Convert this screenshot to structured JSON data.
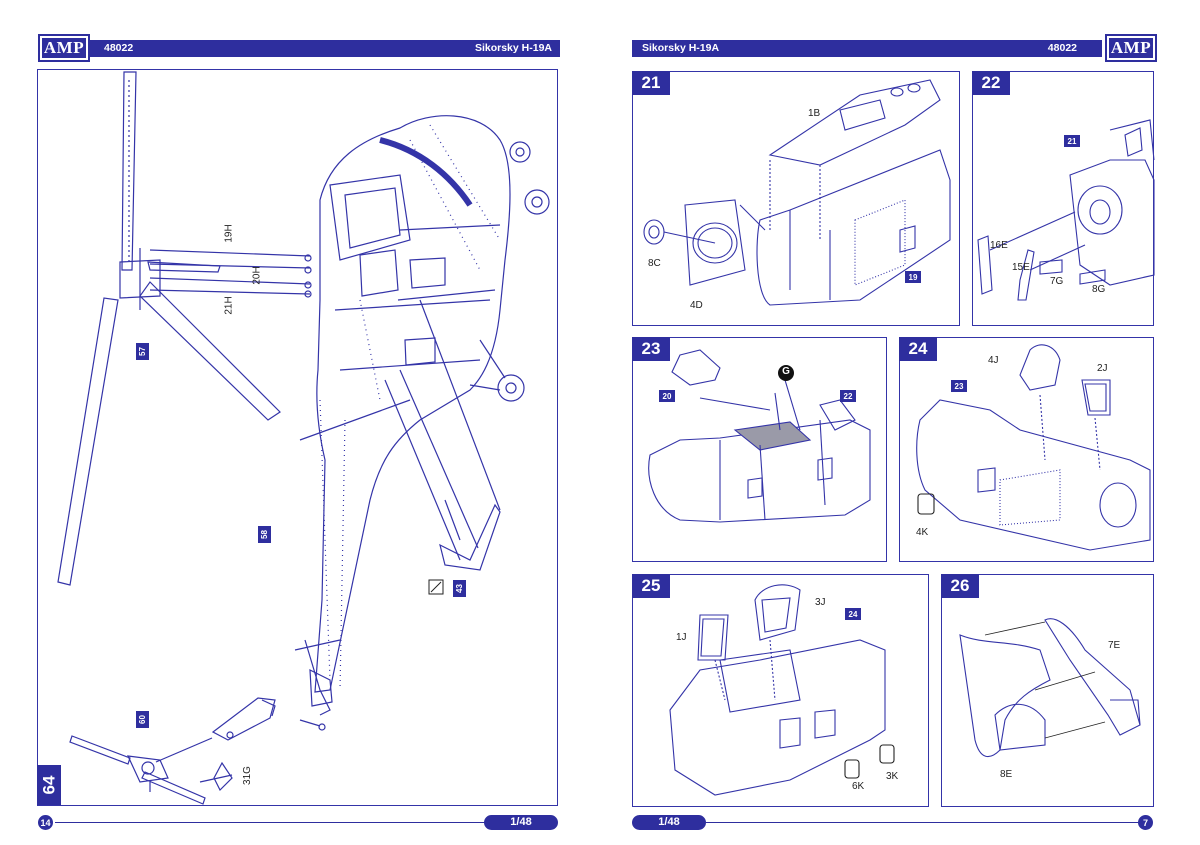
{
  "left_page": {
    "logo": "AMP",
    "kit_number": "48022",
    "title": "Sikorsky H-19A",
    "step_tab": "64",
    "page_number": "14",
    "scale": "1/48",
    "refs": [
      "57",
      "58",
      "60",
      "43"
    ],
    "labels": {
      "p19h": "19H",
      "p20h": "20H",
      "p21h": "21H",
      "p31g": "31G"
    }
  },
  "right_page": {
    "logo": "AMP",
    "kit_number": "48022",
    "title": "Sikorsky H-19A",
    "page_number": "7",
    "scale": "1/48",
    "steps": [
      {
        "number": "21",
        "refs": [
          "19"
        ],
        "labels": [
          "1B",
          "8C",
          "4D"
        ]
      },
      {
        "number": "22",
        "refs": [
          "21"
        ],
        "labels": [
          "16E",
          "15E",
          "7G",
          "8G"
        ]
      },
      {
        "number": "23",
        "refs": [
          "20",
          "22"
        ],
        "labels": [],
        "paint_code": "G"
      },
      {
        "number": "24",
        "refs": [
          "23"
        ],
        "labels": [
          "4J",
          "2J",
          "4K"
        ]
      },
      {
        "number": "25",
        "refs": [
          "24"
        ],
        "labels": [
          "3J",
          "1J",
          "6K",
          "3K"
        ]
      },
      {
        "number": "26",
        "refs": [],
        "labels": [
          "7E",
          "8E"
        ]
      }
    ]
  },
  "colors": {
    "brand_blue": "#2e2e9e",
    "line_blue": "#3434a8"
  }
}
